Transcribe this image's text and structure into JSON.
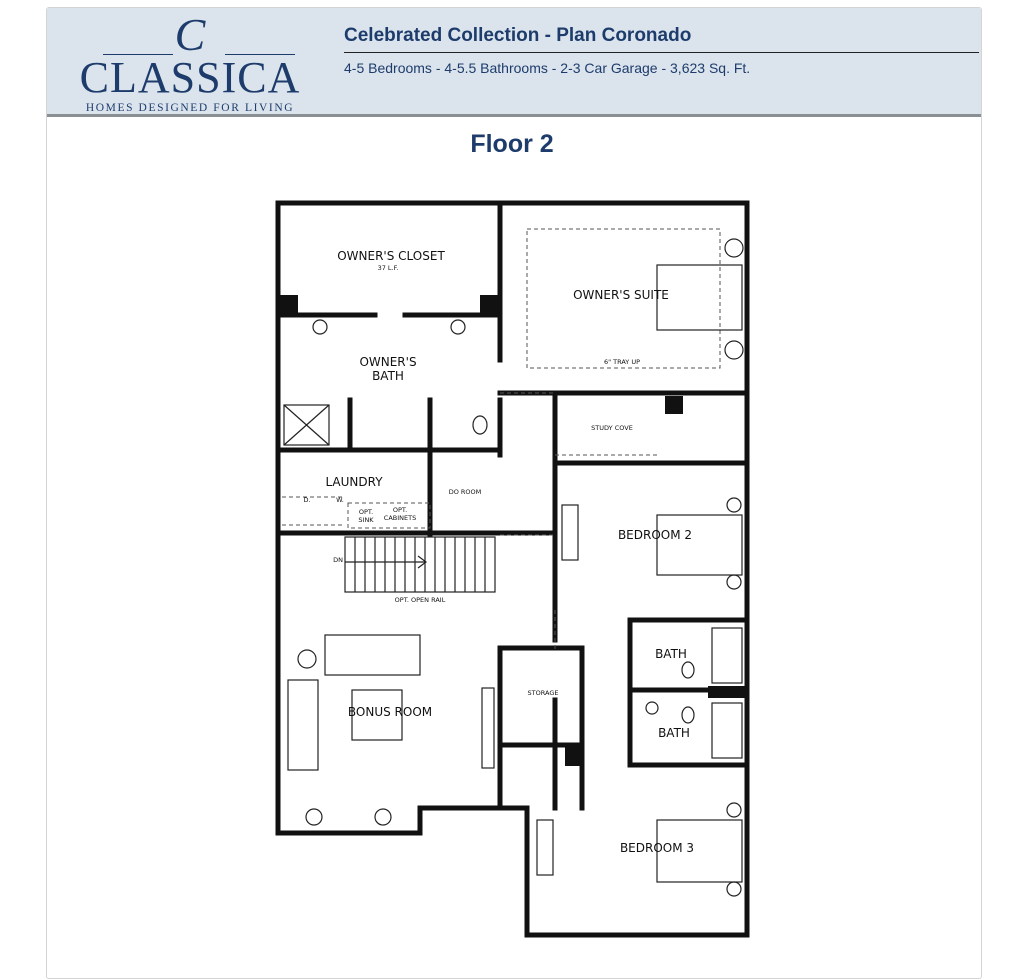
{
  "logo": {
    "monogram": "C",
    "wordmark": "CLASSICA",
    "tagline": "HOMES DESIGNED FOR LIVING"
  },
  "header": {
    "title": "Celebrated Collection - Plan Coronado",
    "subtitle": "4-5 Bedrooms - 4-5.5 Bathrooms - 2-3 Car Garage - 3,623 Sq. Ft."
  },
  "floor_title": "Floor 2",
  "plan": {
    "owners_closet": "OWNER'S CLOSET",
    "closet_lf": "37 L.F.",
    "owners_suite": "OWNER'S SUITE",
    "tray": "6\" TRAY UP",
    "owners_bath_1": "OWNER'S",
    "owners_bath_2": "BATH",
    "laundry": "LAUNDRY",
    "d": "D.",
    "w": "W.",
    "opt_sink_1": "OPT.",
    "opt_sink_2": "SINK",
    "opt_cab_1": "OPT.",
    "opt_cab_2": "CABINETS",
    "do_room": "DO ROOM",
    "study_cove": "STUDY COVE",
    "dn": "DN",
    "open_rail": "OPT. OPEN RAIL",
    "bedroom2": "BEDROOM 2",
    "bath1": "BATH",
    "bath2": "BATH",
    "storage": "STORAGE",
    "bonus": "BONUS ROOM",
    "bedroom3": "BEDROOM 3"
  }
}
